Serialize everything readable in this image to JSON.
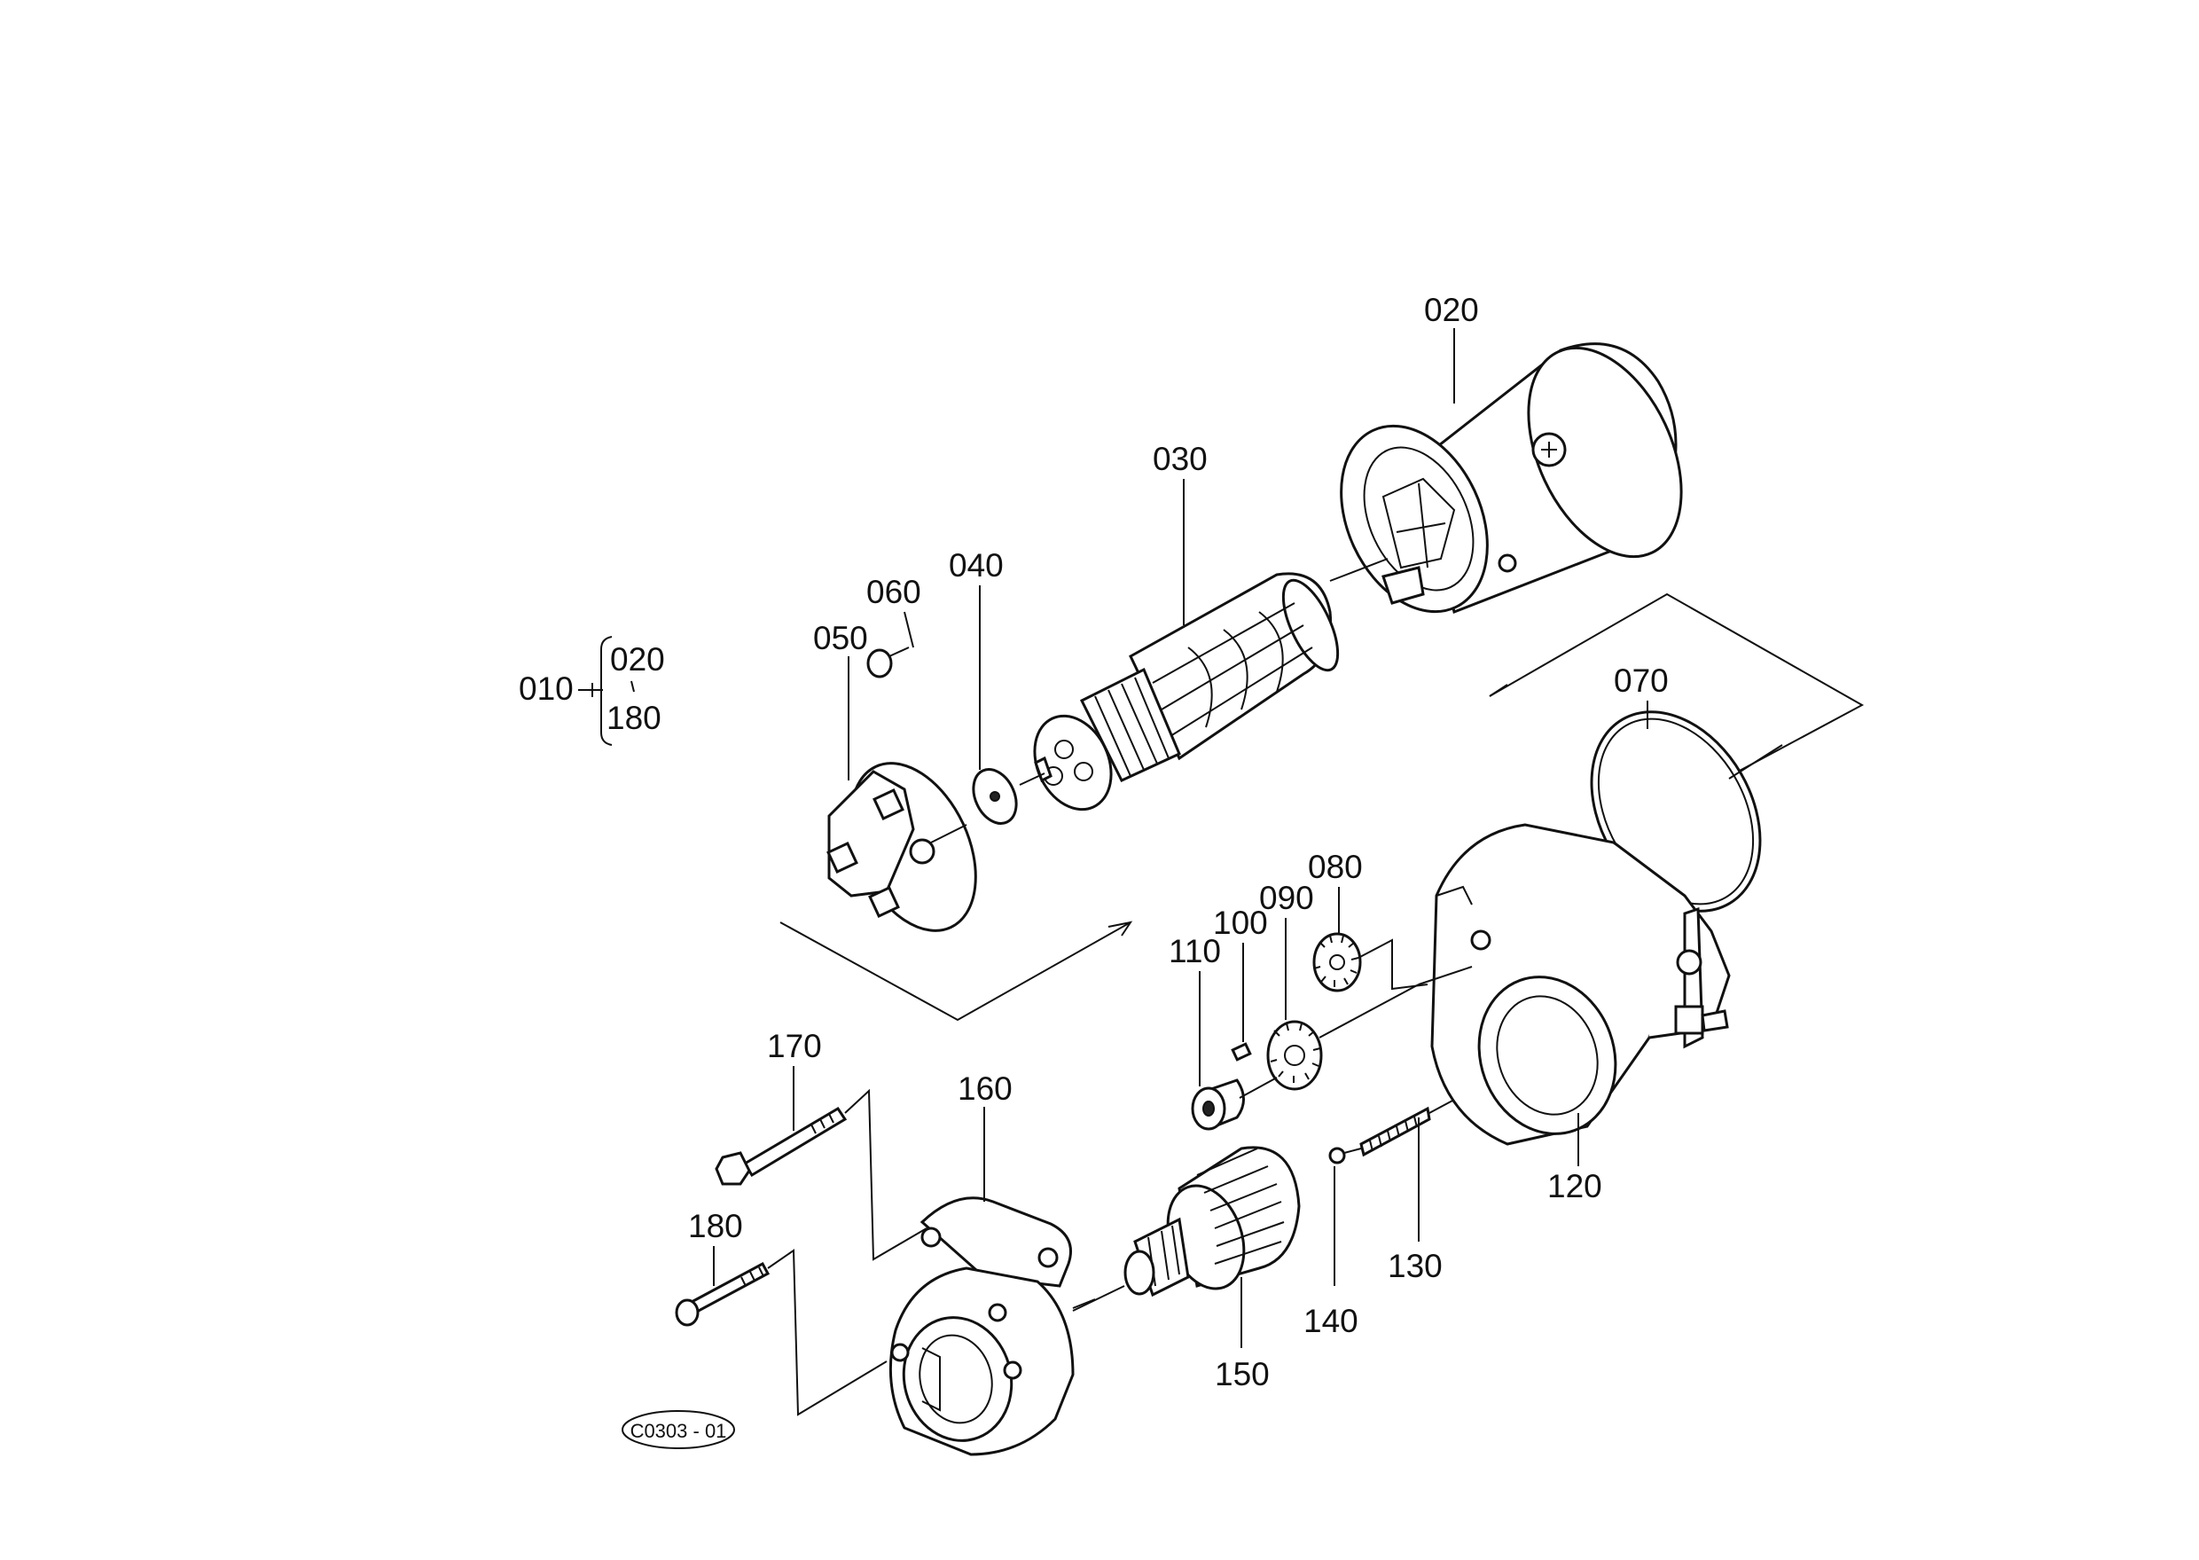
{
  "diagram": {
    "group": {
      "parent_label": "010",
      "range_start": "020",
      "range_end": "180"
    },
    "callouts": [
      {
        "id": "020",
        "label": "020"
      },
      {
        "id": "030",
        "label": "030"
      },
      {
        "id": "040",
        "label": "040"
      },
      {
        "id": "050",
        "label": "050"
      },
      {
        "id": "060",
        "label": "060"
      },
      {
        "id": "070",
        "label": "070"
      },
      {
        "id": "080",
        "label": "080"
      },
      {
        "id": "090",
        "label": "090"
      },
      {
        "id": "100",
        "label": "100"
      },
      {
        "id": "110",
        "label": "110"
      },
      {
        "id": "120",
        "label": "120"
      },
      {
        "id": "130",
        "label": "130"
      },
      {
        "id": "140",
        "label": "140"
      },
      {
        "id": "150",
        "label": "150"
      },
      {
        "id": "160",
        "label": "160"
      },
      {
        "id": "170",
        "label": "170"
      },
      {
        "id": "180",
        "label": "180"
      }
    ],
    "figure_code": "C0303 - 01"
  }
}
